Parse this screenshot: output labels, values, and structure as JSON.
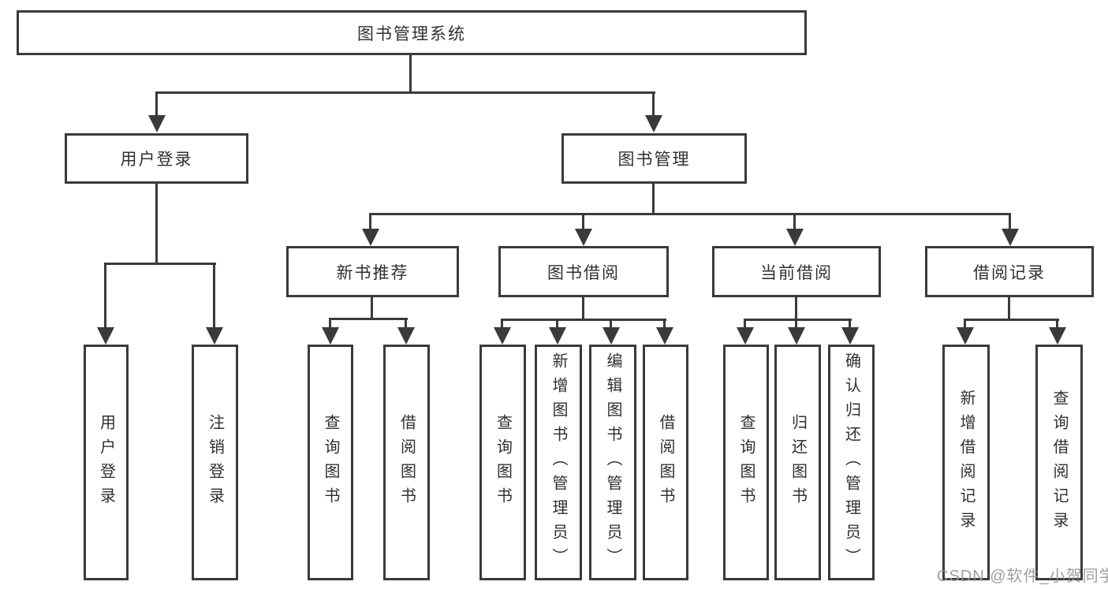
{
  "tree": {
    "root": {
      "label": "图书管理系统"
    },
    "children": [
      {
        "label": "用户登录",
        "children": [
          {
            "label": "用户登录"
          },
          {
            "label": "注销登录"
          }
        ]
      },
      {
        "label": "图书管理",
        "children": [
          {
            "label": "新书推荐",
            "children": [
              {
                "label": "查询图书"
              },
              {
                "label": "借阅图书"
              }
            ]
          },
          {
            "label": "图书借阅",
            "children": [
              {
                "label": "查询图书"
              },
              {
                "label": "新增图书（管理员）"
              },
              {
                "label": "编辑图书（管理员）"
              },
              {
                "label": "借阅图书"
              }
            ]
          },
          {
            "label": "当前借阅",
            "children": [
              {
                "label": "查询图书"
              },
              {
                "label": "归还图书"
              },
              {
                "label": "确认归还（管理员）"
              }
            ]
          },
          {
            "label": "借阅记录",
            "children": [
              {
                "label": "新增借阅记录"
              },
              {
                "label": "查询借阅记录"
              }
            ]
          }
        ]
      }
    ]
  },
  "watermark": {
    "text": "CSDN @软件_小贺同学"
  },
  "colors": {
    "line": "#3a3a3a",
    "text": "#303030",
    "background": "#ffffff",
    "watermark": "#969696"
  }
}
